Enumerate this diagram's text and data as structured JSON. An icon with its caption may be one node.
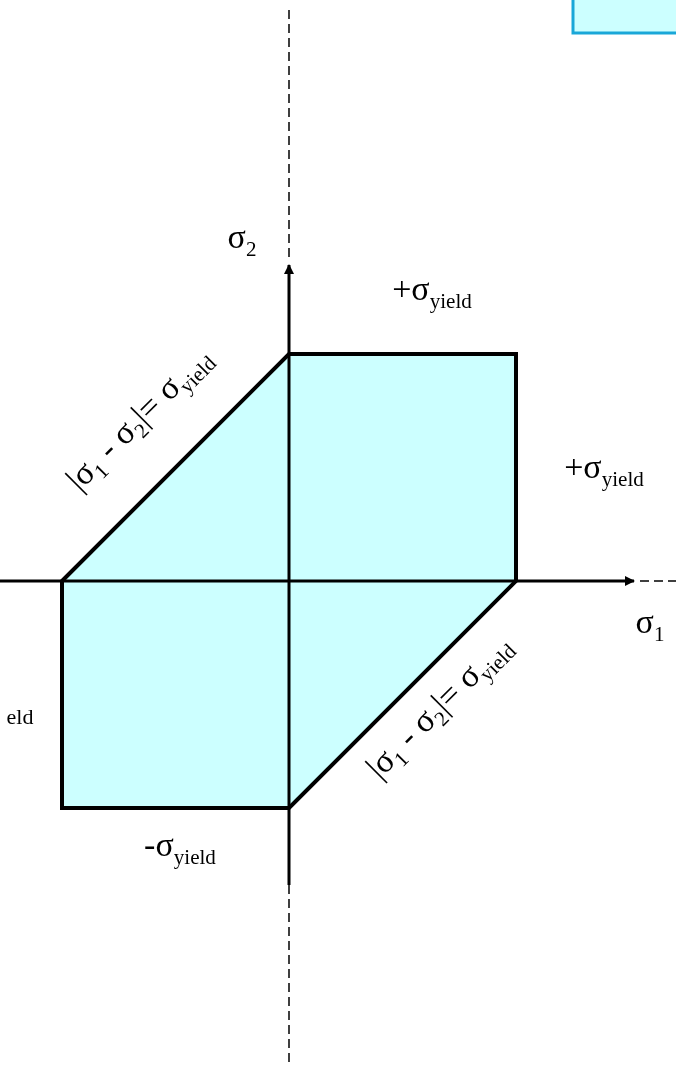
{
  "diagram": {
    "nodes": [
      {
        "text": [],
        "shape": "box"
      }
    ],
    "labels": [
      "σ$_{2}$",
      "+σ$_{yield}$",
      "|σ$_{1}$ - σ$_{2}$|= σ$_{yield}$",
      "+σ$_{yield}$",
      "σ$_{1}$",
      "eld",
      "|σ$_{1}$ - σ$_{2}$|= σ$_{yield}$",
      "-σ$_{yield}$"
    ]
  }
}
